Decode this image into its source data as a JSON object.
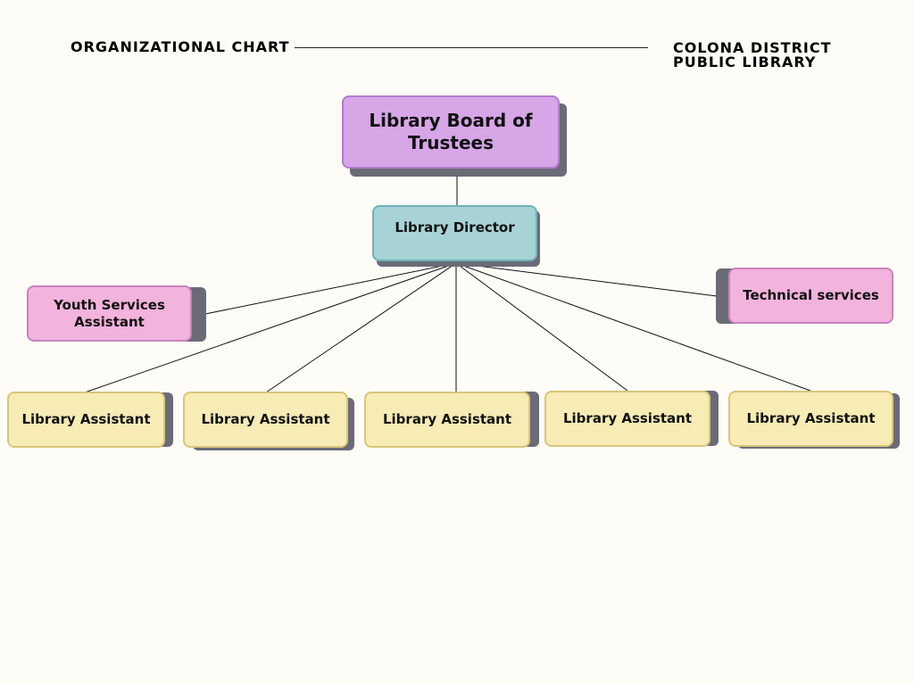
{
  "header": {
    "left_title": "ORGANIZATIONAL CHART",
    "right_line1": "COLONA DISTRICT",
    "right_line2": "PUBLIC LIBRARY"
  },
  "colors": {
    "board_fill": "#d6a6e6",
    "director_fill": "#a8d3d6",
    "support_fill": "#f2b3dc",
    "assistant_fill": "#f7ebb6",
    "shadow": "#6b6b78",
    "background": "#fefcf7"
  },
  "org": {
    "board": "Library Board of Trustees",
    "director": "Library Director",
    "youth_services": "Youth Services Assistant",
    "technical_services": "Technical services",
    "assistants": [
      "Library Assistant",
      "Library Assistant",
      "Library Assistant",
      "Library Assistant",
      "Library Assistant"
    ]
  }
}
